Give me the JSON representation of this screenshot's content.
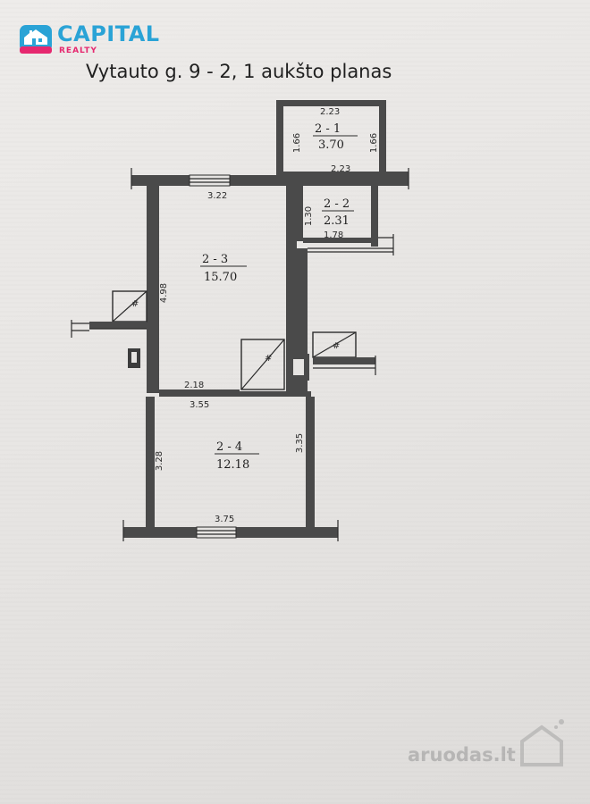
{
  "brand": {
    "name": "CAPITAL",
    "sub": "REALTY",
    "color_primary": "#2aa3d6",
    "color_accent": "#e6286f"
  },
  "title": "Vytauto g. 9 - 2, 1 aukšto planas",
  "rooms": [
    {
      "id": "2 - 1",
      "area": "3.70"
    },
    {
      "id": "2 - 2",
      "area": "2.31"
    },
    {
      "id": "2 - 3",
      "area": "15.70"
    },
    {
      "id": "2 - 4",
      "area": "12.18"
    }
  ],
  "dimensions": {
    "r21_top": "2.23",
    "r21_left": "1.66",
    "r21_right": "1.66",
    "r22_top": "2.23",
    "r22_left": "1.30",
    "r22_bottom": "1.78",
    "r23_top": "3.22",
    "r23_left": "4.98",
    "r23_bottom_a": "2.18",
    "r23_bottom_b": "3.55",
    "r24_left": "3.28",
    "r24_right": "3.35",
    "r24_bottom": "3.75"
  },
  "watermark": "aruodas.lt"
}
